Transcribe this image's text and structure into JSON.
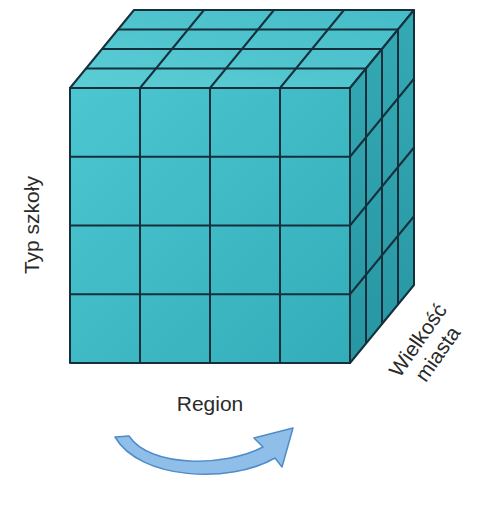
{
  "diagram": {
    "labels": [
      "Typ szkoły",
      "Region",
      "Wielkość miasta"
    ]
  }
}
